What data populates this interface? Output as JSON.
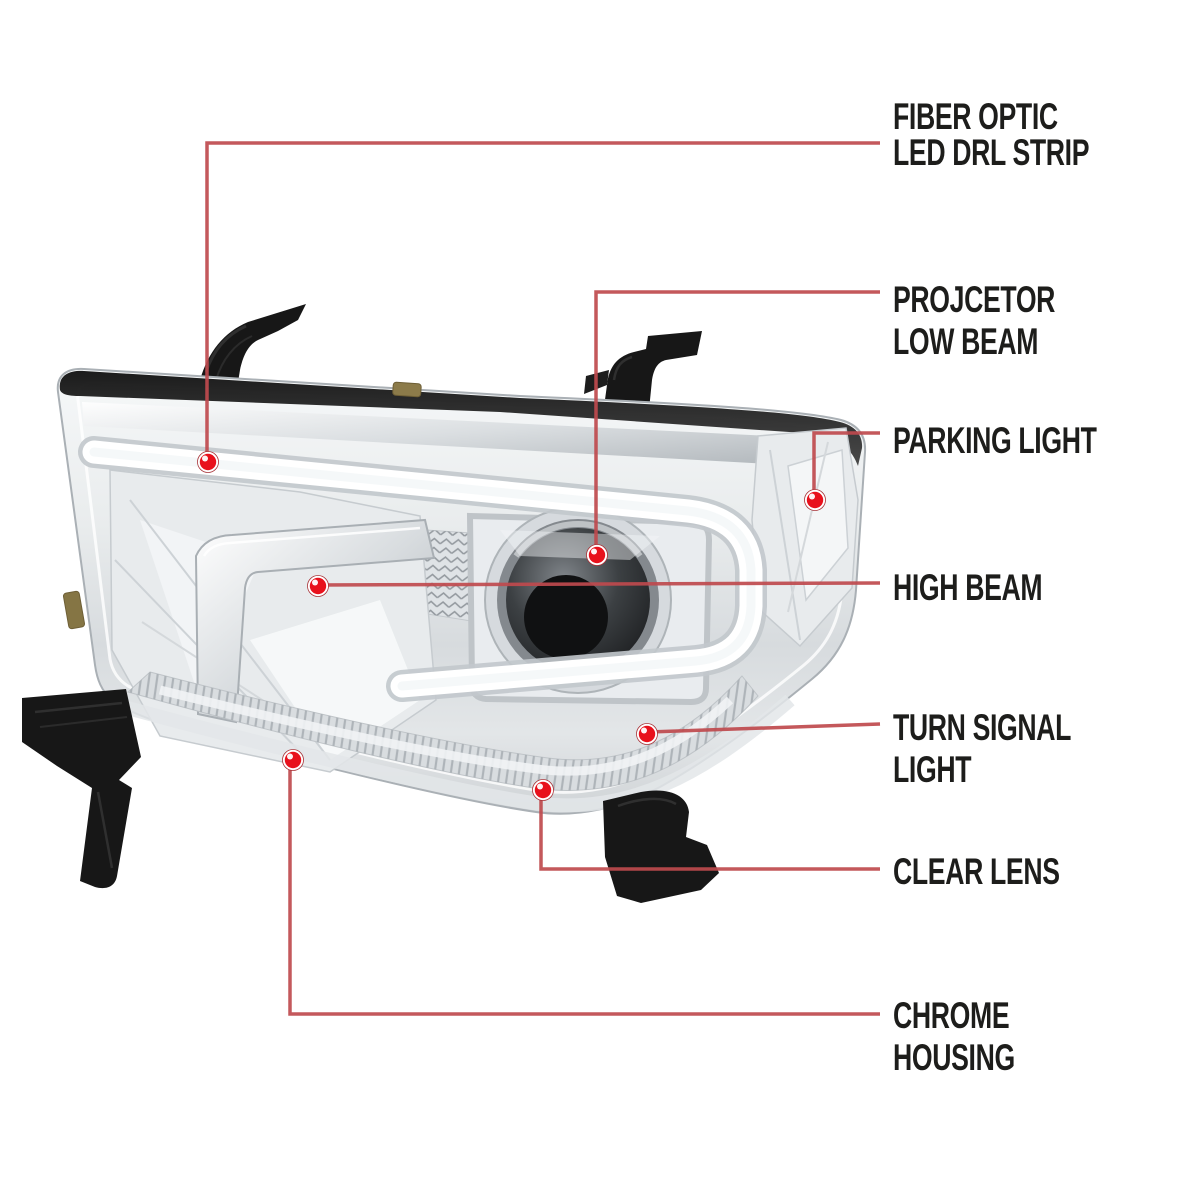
{
  "figure": {
    "subject": "chrome-projector-headlight-annotated-diagram",
    "background": "#ffffff"
  },
  "colors": {
    "callout_line": "#bf4a4e",
    "marker_red": "#e8111c",
    "label_text": "#1d1d1b",
    "housing_black": "#171717",
    "chrome_light": "#e8ebed"
  },
  "callouts": [
    {
      "name": "fiber-optic-led-drl-strip",
      "label": "FIBER OPTIC\nLED DRL STRIP"
    },
    {
      "name": "projector-low-beam",
      "label": "PROJCETOR LOW BEAM"
    },
    {
      "name": "parking-light",
      "label": "PARKING LIGHT"
    },
    {
      "name": "high-beam",
      "label": "HIGH BEAM"
    },
    {
      "name": "turn-signal-light",
      "label": "TURN SIGNAL LIGHT"
    },
    {
      "name": "clear-lens",
      "label": "CLEAR LENS"
    },
    {
      "name": "chrome-housing",
      "label": "CHROME HOUSING"
    }
  ]
}
